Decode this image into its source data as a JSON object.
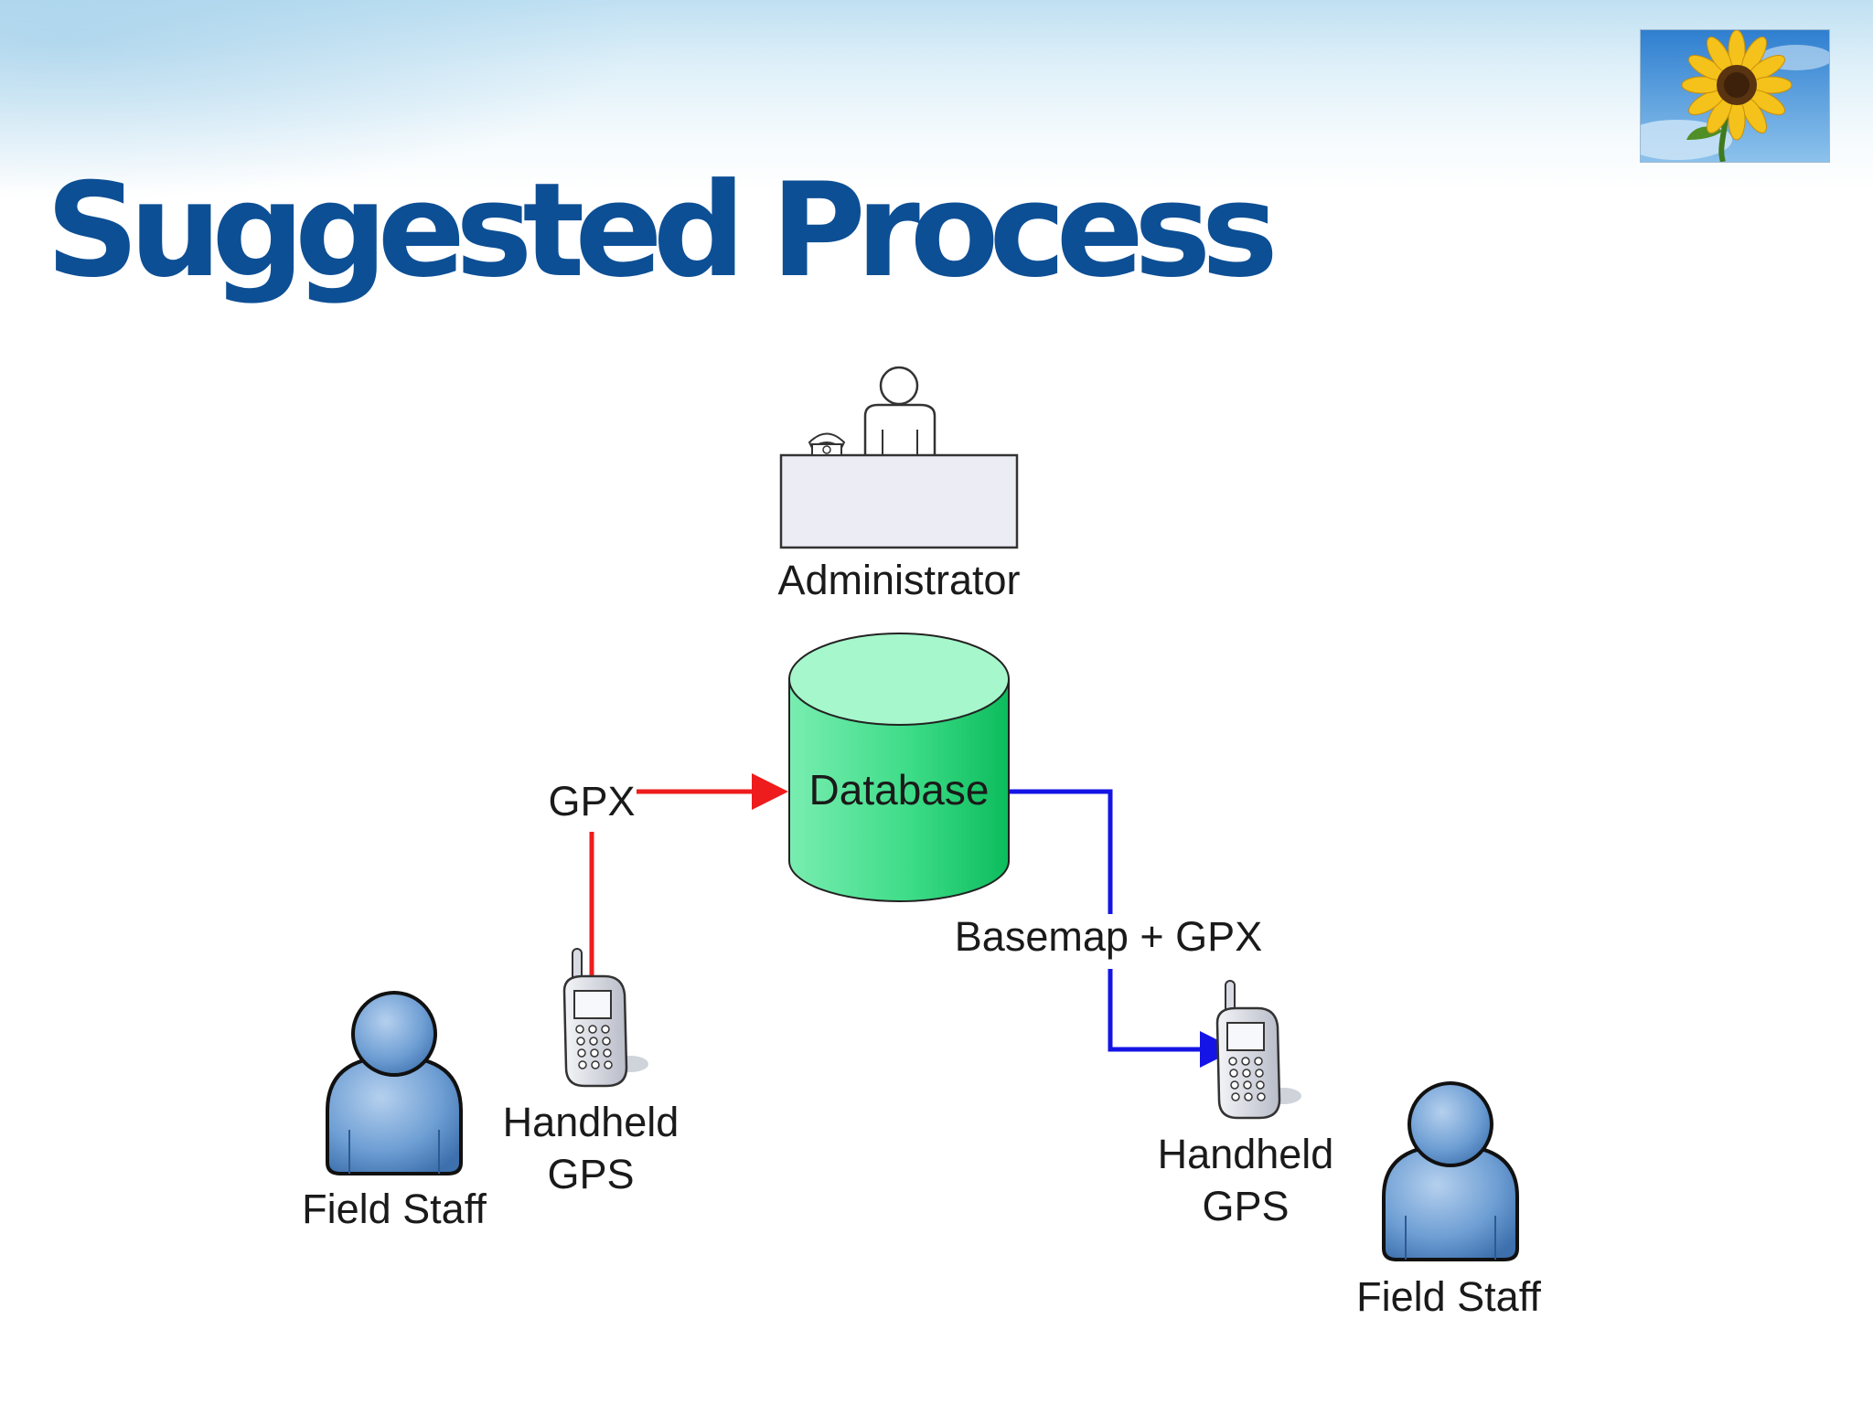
{
  "slide": {
    "title": "Suggested Process"
  },
  "colors": {
    "title": "#0d4f95",
    "upload_arrow": "#ee1c1c",
    "download_arrow": "#1414e6",
    "database_fill": "#2ed97d",
    "person_fill": "#5d8fc8"
  },
  "logo": {
    "icon": "sunflower-icon"
  },
  "diagram": {
    "administrator": {
      "label": "Administrator",
      "icon": "desk-clerk-icon"
    },
    "database": {
      "label": "Database",
      "icon": "cylinder-database-icon"
    },
    "flows": {
      "upload_label": "GPX",
      "download_label": "Basemap + GPX"
    },
    "left_group": {
      "gps_line1": "Handheld",
      "gps_line2": "GPS",
      "staff_label": "Field Staff"
    },
    "right_group": {
      "gps_line1": "Handheld",
      "gps_line2": "GPS",
      "staff_label": "Field Staff"
    }
  }
}
